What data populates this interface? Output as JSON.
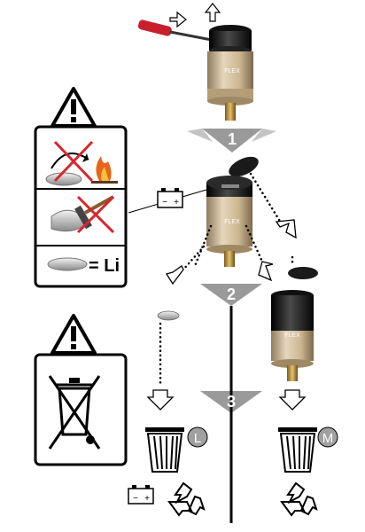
{
  "product": {
    "label": "FLEX"
  },
  "steps": [
    "1",
    "2",
    "3"
  ],
  "battery": {
    "equals": "= Li",
    "plus": "+",
    "minus": "−"
  },
  "bins": {
    "left": "L",
    "right": "M"
  },
  "colors": {
    "step_band": "#9a9a9a",
    "warning_fill": "#ffffff",
    "cup_amber": "#d2bfa0",
    "cap_black": "#1c1c1c",
    "screwdriver_red": "#c8202a",
    "fire": "#e8651a",
    "prohibit_red": "#d8262c"
  },
  "icons": [
    "warning-icon",
    "screwdriver-icon",
    "arrow-icon",
    "battery-icon",
    "coin-cell-icon",
    "fire-icon",
    "hammer-icon",
    "crossed-bin-icon",
    "trash-bin-icon",
    "recycle-icon"
  ]
}
